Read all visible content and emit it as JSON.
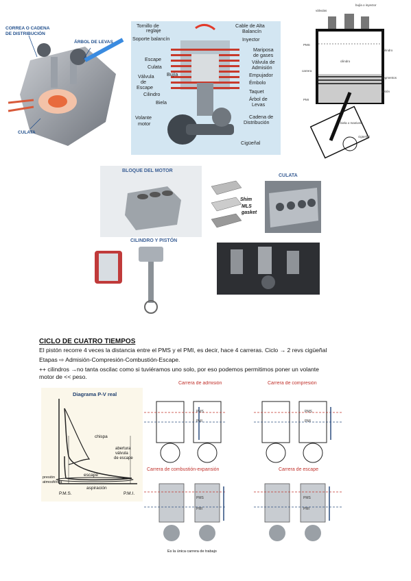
{
  "fig1": {
    "labels": [
      "CORREA O CADENA",
      "DE DISTRIBUCIÓN",
      "ÁRBOL DE LEVAS",
      "CULATA"
    ]
  },
  "fig2": {
    "labels_left": [
      "Tornillo de",
      "reglaje",
      "Soporte balancín",
      "Escape",
      "Culata",
      "Bujía",
      "Válvula",
      "de",
      "Escape",
      "Cilindro",
      "Biela",
      "Volante",
      "motor"
    ],
    "labels_right": [
      "Cable de Alta",
      "Balancín",
      "Inyector",
      "Mariposa",
      "de gases",
      "Válvula de",
      "Admisión",
      "Empujador",
      "Émbolo",
      "Taquet",
      "Árbol de",
      "Levas",
      "Cadena de",
      "Distribución",
      "Cigüeñal"
    ]
  },
  "fig3": {
    "labels": [
      "válvulas",
      "bujía o inyector",
      "PMS",
      "cilindro",
      "carrera",
      "segmentos",
      "cilindro",
      "pistón",
      "PMI",
      "biela o manivela",
      "cigüeñal"
    ]
  },
  "collage": {
    "bloque_title": "BLOQUE DEL MOTOR",
    "culata_title": "CULATA",
    "shim": "Shim",
    "mls": "MLS",
    "gasket": "gasket",
    "cilindro_title": "CILINDRO Y PISTÓN"
  },
  "section": {
    "title": "CICLO DE CUATRO TIEMPOS",
    "line1": "El pistón recorre 4 veces la distancia entre el PMS y el PMI, es decir, hace 4 carreras. Ciclo → 2 revs cigüeñal",
    "line2": "Etapas ⇨ Admisión-Compresión-Combustión-Escape.",
    "line3": "++ cilindros →no tanta oscilac como si tuviéramos uno solo, por eso podemos permitimos poner un volante",
    "line4": "motor de << peso."
  },
  "pv": {
    "title": "Diagrama P-V real",
    "chispa": "chispa",
    "abertura1": "abertura",
    "abertura2": "válvula",
    "abertura3": "de escape",
    "escape": "escape",
    "presion1": "presión",
    "presion2": "atmosférica",
    "aspiracion": "aspiración",
    "pms": "P.M.S.",
    "pmi": "P.M.I."
  },
  "strokes": {
    "admision": "Carrera de admisión",
    "compresion": "Carrera de compresión",
    "combustion": "Carrera de combustión-expansión",
    "escape": "Carrera de escape",
    "pms": "PMS",
    "pmi": "PMI",
    "trabajo": "Es la única carrera de trabajo"
  }
}
